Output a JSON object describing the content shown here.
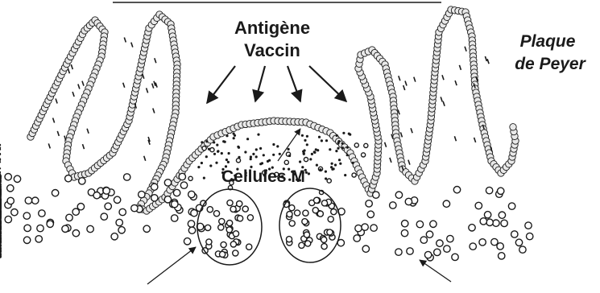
{
  "labels": {
    "antigen": "Antigène",
    "vaccine": "Vaccin",
    "peyer_line1": "Plaque",
    "peyer_line2": "de Peyer",
    "m_cells": "Cellules M"
  },
  "colors": {
    "ink": "#1a1a1a",
    "cell_fill": "#e9e9e9",
    "background": "#ffffff"
  }
}
